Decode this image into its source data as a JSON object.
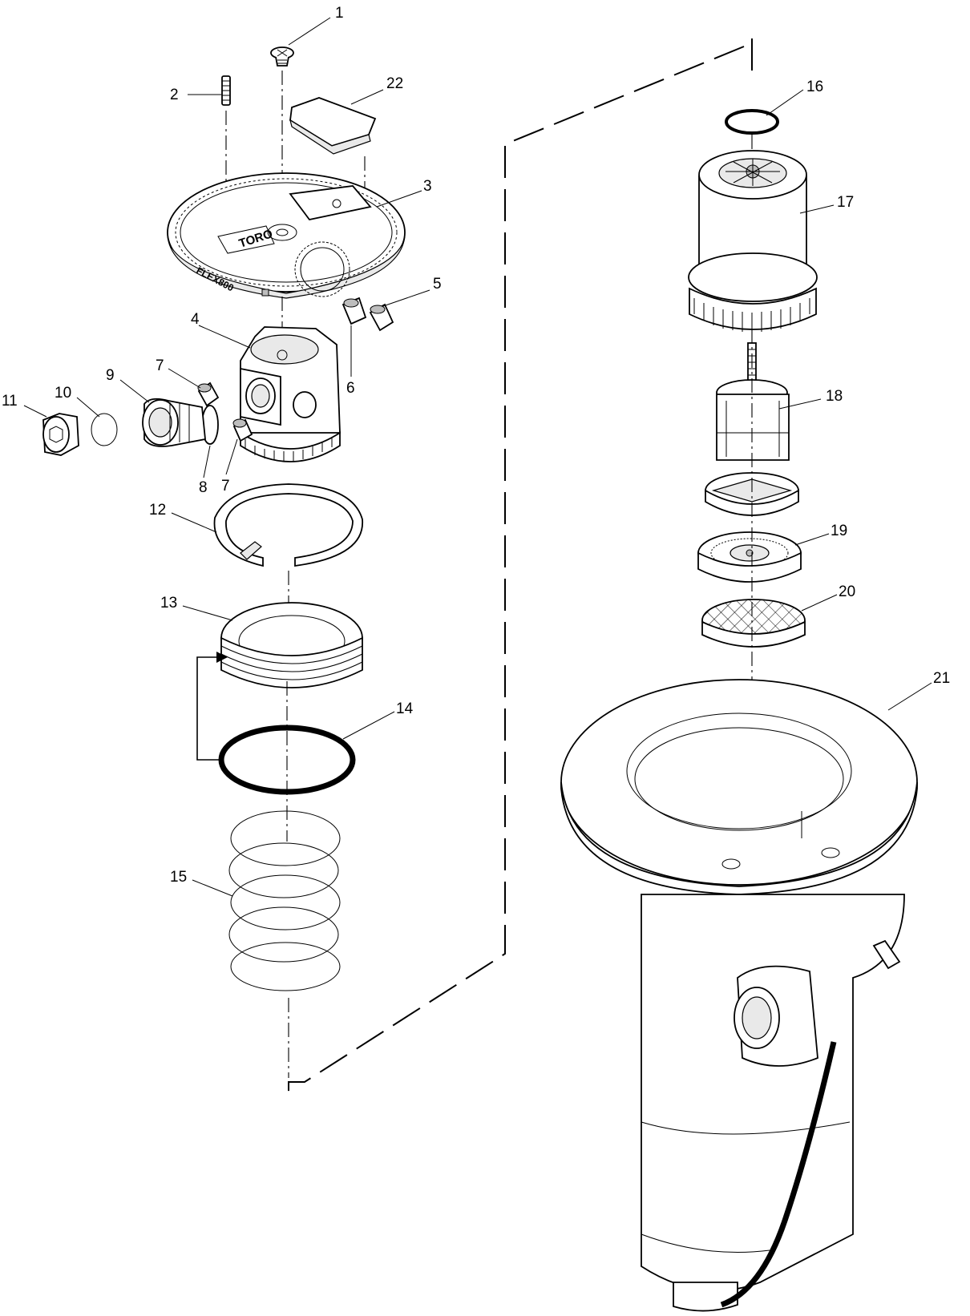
{
  "callouts": [
    {
      "id": "1",
      "label": "1"
    },
    {
      "id": "2",
      "label": "2"
    },
    {
      "id": "3",
      "label": "3"
    },
    {
      "id": "4",
      "label": "4"
    },
    {
      "id": "5",
      "label": "5"
    },
    {
      "id": "6",
      "label": "6"
    },
    {
      "id": "7a",
      "label": "7"
    },
    {
      "id": "7b",
      "label": "7"
    },
    {
      "id": "8",
      "label": "8"
    },
    {
      "id": "9",
      "label": "9"
    },
    {
      "id": "10",
      "label": "10"
    },
    {
      "id": "11",
      "label": "11"
    },
    {
      "id": "12",
      "label": "12"
    },
    {
      "id": "13",
      "label": "13"
    },
    {
      "id": "14",
      "label": "14"
    },
    {
      "id": "15",
      "label": "15"
    },
    {
      "id": "16",
      "label": "16"
    },
    {
      "id": "17",
      "label": "17"
    },
    {
      "id": "18",
      "label": "18"
    },
    {
      "id": "19",
      "label": "19"
    },
    {
      "id": "20",
      "label": "20"
    },
    {
      "id": "21",
      "label": "21"
    },
    {
      "id": "22",
      "label": "22"
    }
  ],
  "dial_brand": "TORO",
  "dial_model": "FLEX800",
  "colors": {
    "ink": "#000000",
    "background": "#ffffff",
    "shade": "#e9e9e9",
    "mid": "#bdbdbd"
  }
}
